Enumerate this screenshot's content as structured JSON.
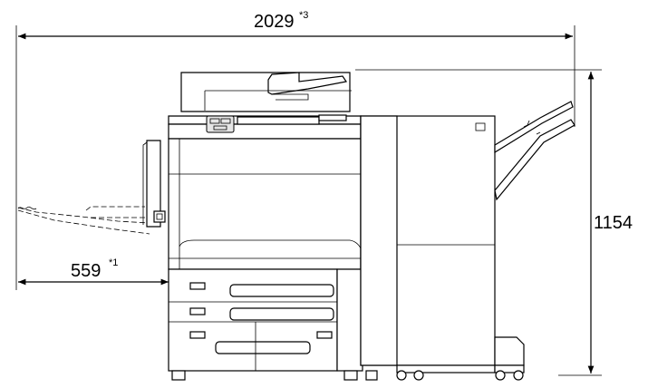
{
  "dimensions": {
    "total_width": {
      "value": "2029",
      "note": "*3"
    },
    "tray_extension": {
      "value": "559",
      "note": "*1"
    },
    "height": {
      "value": "1154"
    }
  }
}
